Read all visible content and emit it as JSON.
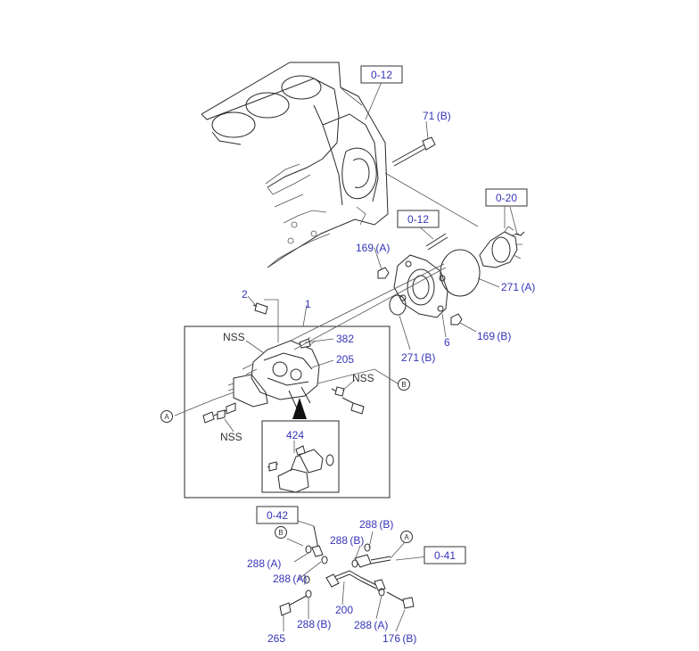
{
  "references": {
    "r1": "0-12",
    "r2": "0-20",
    "r3": "0-12",
    "r4": "0-42",
    "r5": "0-41"
  },
  "callouts": {
    "c71": "71 (B)",
    "c169a": "169 (A)",
    "c271a": "271 (A)",
    "c169b": "169 (B)",
    "c6": "6",
    "c271b": "271 (B)",
    "c2": "2",
    "c1": "1",
    "c382": "382",
    "c205": "205",
    "c424": "424",
    "c288b1": "288 (B)",
    "c288b2": "288 (B)",
    "c288a1": "288 (A)",
    "c288a2": "288 (A)",
    "c288a3": "288 (A)",
    "c288b3": "288 (B)",
    "c200": "200",
    "c265": "265",
    "c176b": "176 (B)"
  },
  "nss": {
    "n1": "NSS",
    "n2": "NSS",
    "n3": "NSS"
  },
  "markers": {
    "a1": "A",
    "a2": "A",
    "b1": "B",
    "b2": "B"
  }
}
